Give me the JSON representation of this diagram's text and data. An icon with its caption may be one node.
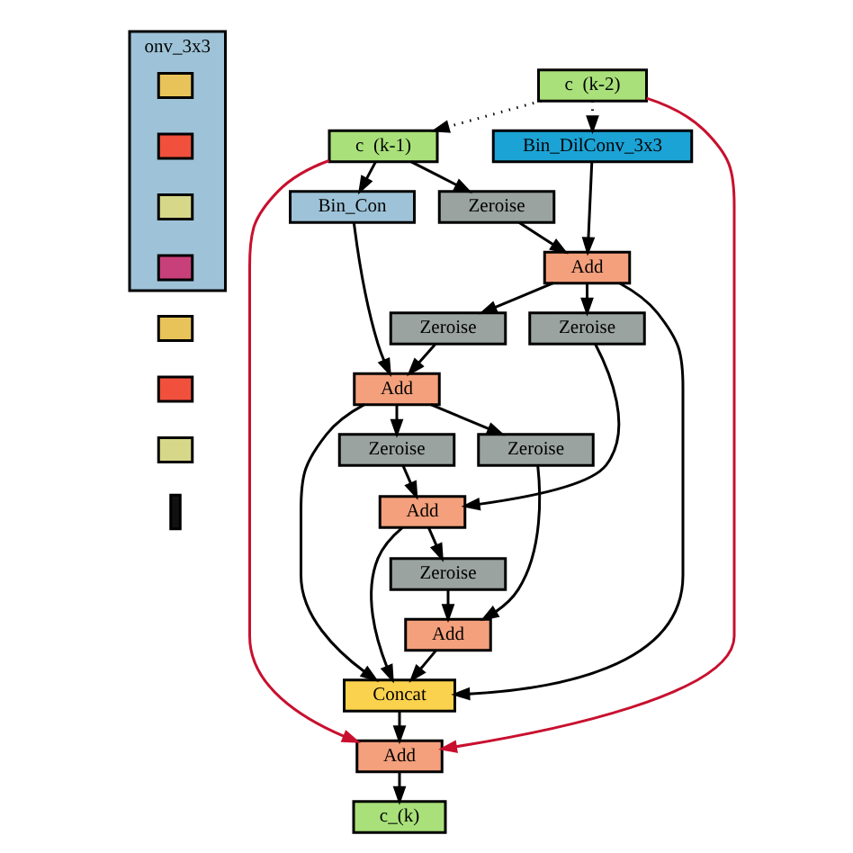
{
  "diagram": {
    "nodes": [
      {
        "text": [
          "onv_3x3"
        ]
      },
      {
        "text": [],
        "shape": "box",
        "in": 0
      },
      {
        "text": [],
        "shape": "box",
        "in": 0
      },
      {
        "text": [],
        "shape": "box",
        "in": 0
      },
      {
        "text": [],
        "shape": "box",
        "in": 0
      },
      {
        "text": [],
        "shape": "box"
      },
      {
        "text": [],
        "shape": "box"
      },
      {
        "text": [],
        "shape": "box"
      },
      {
        "text": [],
        "shape": "bar"
      },
      {
        "text": [
          "c  (k-2)"
        ]
      },
      {
        "text": [
          "c  (k-1)"
        ]
      },
      {
        "text": [
          "Bin_DilConv_3x3"
        ]
      },
      {
        "text": [
          "Zeroise"
        ]
      },
      {
        "text": [
          "Add"
        ]
      },
      {
        "text": [
          "Zeroise"
        ]
      },
      {
        "text": [
          "Bin_Con"
        ]
      },
      {
        "text": [
          "Add"
        ]
      },
      {
        "text": [
          "Zeroise"
        ]
      },
      {
        "text": [
          "Zeroise"
        ]
      },
      {
        "text": [
          "Add"
        ]
      },
      {
        "text": [
          "Zeroise"
        ]
      },
      {
        "text": [
          "Zeroise"
        ]
      },
      {
        "text": [
          "Add"
        ]
      },
      {
        "text": [
          "Concat"
        ]
      },
      {
        "text": [
          "Add"
        ]
      },
      {
        "text": [
          "c_(k)"
        ]
      }
    ],
    "edges": [
      {
        "from": 9,
        "to": 10,
        "arrow": "to",
        "style": "dashed"
      },
      {
        "from": 9,
        "to": 11,
        "arrow": "to",
        "style": "dashed"
      },
      {
        "from": 10,
        "to": 12,
        "arrow": "to"
      },
      {
        "from": 10,
        "to": 15,
        "arrow": "to"
      },
      {
        "from": 11,
        "to": 13,
        "arrow": "to"
      },
      {
        "from": 12,
        "to": 13,
        "arrow": "to"
      },
      {
        "from": 13,
        "to": 14,
        "arrow": "to"
      },
      {
        "from": 13,
        "to": 17,
        "arrow": "to"
      },
      {
        "from": 13,
        "to": 23,
        "arrow": "to"
      },
      {
        "from": 14,
        "to": 16,
        "arrow": "to"
      },
      {
        "from": 15,
        "to": 16,
        "arrow": "to"
      },
      {
        "from": 16,
        "to": 18,
        "arrow": "to"
      },
      {
        "from": 16,
        "to": 21,
        "arrow": "to"
      },
      {
        "from": 16,
        "to": 23,
        "arrow": "to"
      },
      {
        "from": 17,
        "to": 19,
        "arrow": "to"
      },
      {
        "from": 18,
        "to": 19,
        "arrow": "to"
      },
      {
        "from": 19,
        "to": 20,
        "arrow": "to"
      },
      {
        "from": 19,
        "to": 23,
        "arrow": "to"
      },
      {
        "from": 20,
        "to": 22,
        "arrow": "to"
      },
      {
        "from": 21,
        "to": 22,
        "arrow": "to"
      },
      {
        "from": 22,
        "to": 23,
        "arrow": "to"
      },
      {
        "from": 23,
        "to": 24,
        "arrow": "to"
      },
      {
        "from": 9,
        "to": 24,
        "arrow": "to",
        "color": "#c8102e"
      },
      {
        "from": 10,
        "to": 24,
        "arrow": "to",
        "color": "#c8102e"
      },
      {
        "from": 24,
        "to": 25,
        "arrow": "to"
      }
    ]
  }
}
